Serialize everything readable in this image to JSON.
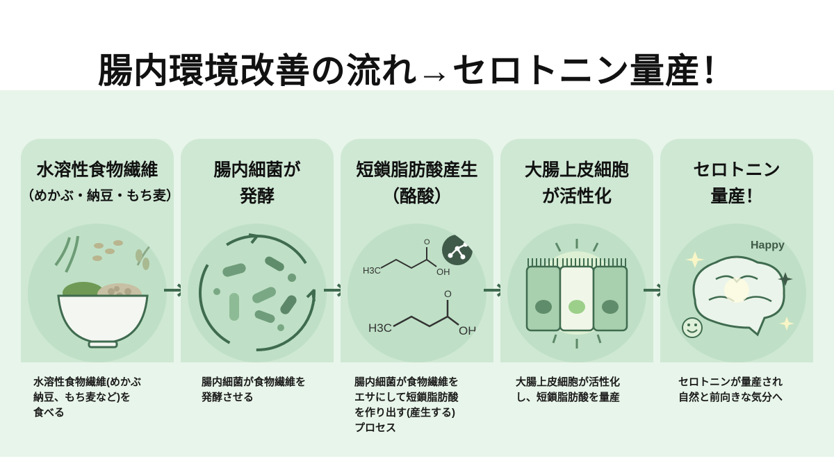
{
  "title": "腸内環境改善の流れ→セロトニン量産！",
  "steps": [
    {
      "title": [
        "水溶性食物繊維",
        "（めかぶ・納豆・もち麦）"
      ],
      "desc": [
        "水溶性食物繊維(めかぶ",
        "納豆、もち麦など)を",
        "食べる"
      ]
    },
    {
      "title": [
        "腸内細菌が",
        "発酵"
      ],
      "desc": [
        "腸内細菌が食物繊維を",
        "発酵させる"
      ]
    },
    {
      "title": [
        "短鎖脂肪酸産生",
        "（酪酸）"
      ],
      "desc": [
        "腸内細菌が食物繊維を",
        "エサにして短鎖脂肪酸",
        "を作り出す(産生する)",
        "プロセス"
      ]
    },
    {
      "title": [
        "大腸上皮細胞",
        "が活性化"
      ],
      "desc": [
        "大腸上皮細胞が活性化",
        "し、短鎖脂肪酸を量産"
      ]
    },
    {
      "title": [
        "セロトニン",
        "量産！"
      ],
      "desc": [
        "セロトニンが量産され",
        "自然と前向きな気分へ"
      ]
    }
  ],
  "molecule": {
    "h3c": "H3C",
    "oh": "OH",
    "o": "O"
  },
  "happy": "Happy",
  "colors": {
    "band": "#e8f5ea",
    "card": "#cfe8d4",
    "circle": "#bfe0c6",
    "arrow": "#3f6b4f"
  }
}
